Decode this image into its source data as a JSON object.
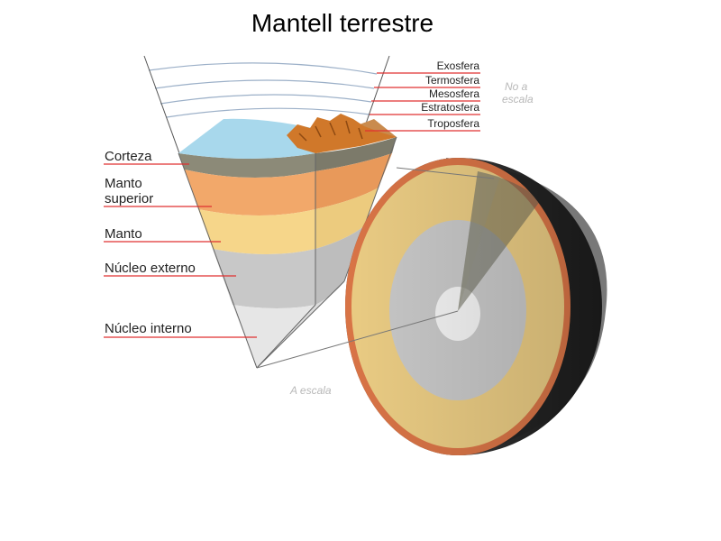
{
  "title": "Mantell terrestre",
  "layers": {
    "corteza": "Corteza",
    "manto_superior_1": "Manto",
    "manto_superior_2": "superior",
    "manto": "Manto",
    "nucleo_externo": "Núcleo externo",
    "nucleo_interno": "Núcleo interno"
  },
  "atmosphere": {
    "exosfera": "Exosfera",
    "termosfera": "Termosfera",
    "mesosfera": "Mesosfera",
    "estratosfera": "Estratosfera",
    "troposfera": "Troposfera"
  },
  "scale_notes": {
    "not_to_scale_1": "No a",
    "not_to_scale_2": "escala",
    "to_scale": "A escala"
  },
  "colors": {
    "label_line": "#e03030",
    "crust": "#8c8a78",
    "upper_mantle": "#f2a86a",
    "mantle": "#f6d68a",
    "outer_core": "#c8c8c8",
    "inner_core": "#e8e8e8",
    "ocean": "#a8d8ec",
    "mountains": "#d0782a",
    "sphere_shell": "#2a2a2a"
  }
}
